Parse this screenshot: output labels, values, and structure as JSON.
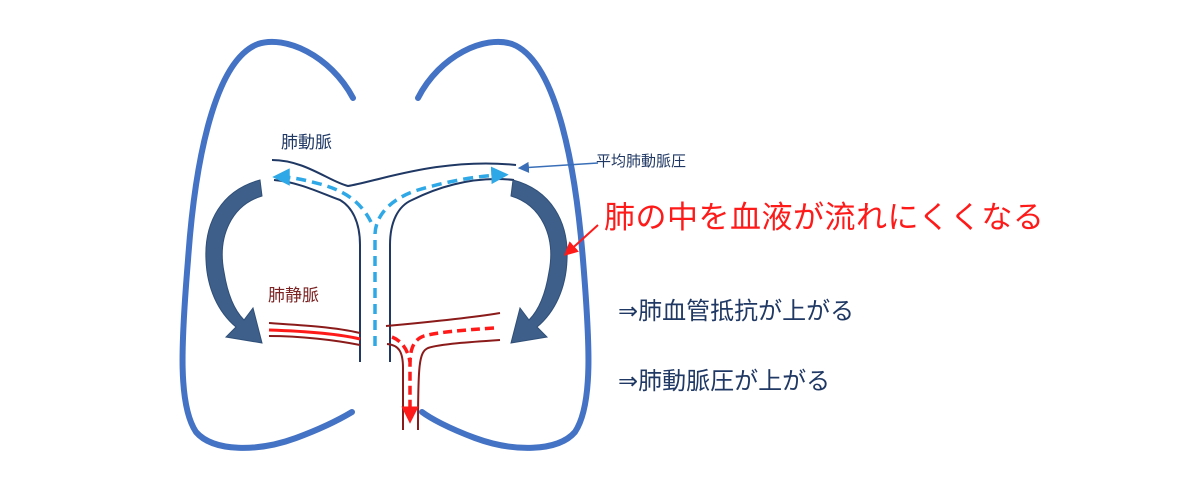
{
  "labels": {
    "pulmonary_artery": "肺動脈",
    "mean_pulmonary_artery_pressure": "平均肺動脈圧",
    "pulmonary_vein": "肺静脈",
    "main_statement": "肺の中を血液が流れにくくなる",
    "consequence_1": "⇒肺血管抵抗が上がる",
    "consequence_2": "⇒肺動脈圧が上がる"
  },
  "colors": {
    "lung_outline": "#4472c4",
    "artery": "#1f3864",
    "arterial_flow": "#2ea8e6",
    "vein": "#8b1a1a",
    "venous_flow": "#ff1a1a",
    "curved_arrow": "#3e5f8a",
    "emphasis": "#ff1a1a"
  }
}
